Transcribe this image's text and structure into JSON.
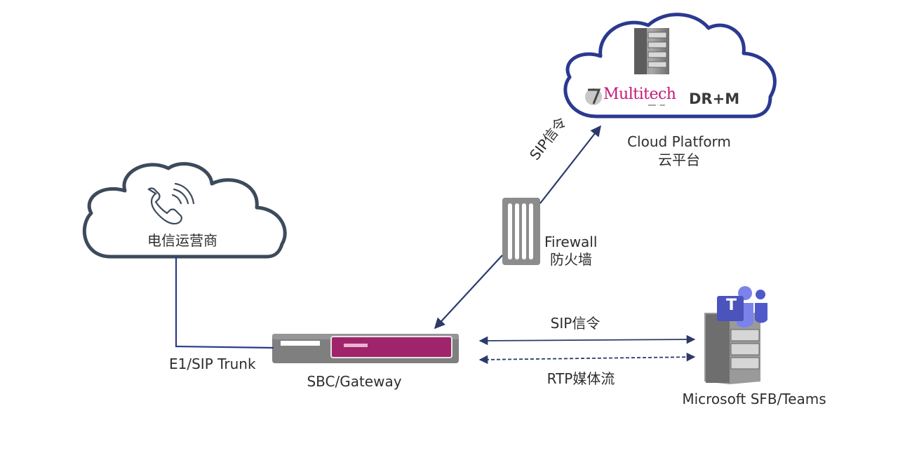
{
  "nodes": {
    "carrier": {
      "label": "电信运营商"
    },
    "cloud_platform": {
      "label_en": "Cloud Platform",
      "label_zh": "云平台",
      "product": "DR+M",
      "logo_text": "Multitech",
      "logo_sub": "═══ · ══"
    },
    "firewall": {
      "label_en": "Firewall",
      "label_zh": "防火墙"
    },
    "sbc": {
      "label": "SBC/Gateway"
    },
    "teams": {
      "label": "Microsoft SFB/Teams",
      "badge": "T"
    }
  },
  "edges": {
    "trunk": {
      "label": "E1/SIP Trunk"
    },
    "sip_cloud": {
      "label": "SIP信令"
    },
    "sip_teams": {
      "label": "SIP信令"
    },
    "rtp_teams": {
      "label": "RTP媒体流"
    }
  },
  "colors": {
    "cloud_outline_dark": "#3d4a5c",
    "cloud_outline_blue": "#2b3990",
    "arrow": "#2b3a6b",
    "sbc_body": "#7f7f7f",
    "sbc_panel": "#a0246b",
    "teams_purple": "#5059c9"
  }
}
